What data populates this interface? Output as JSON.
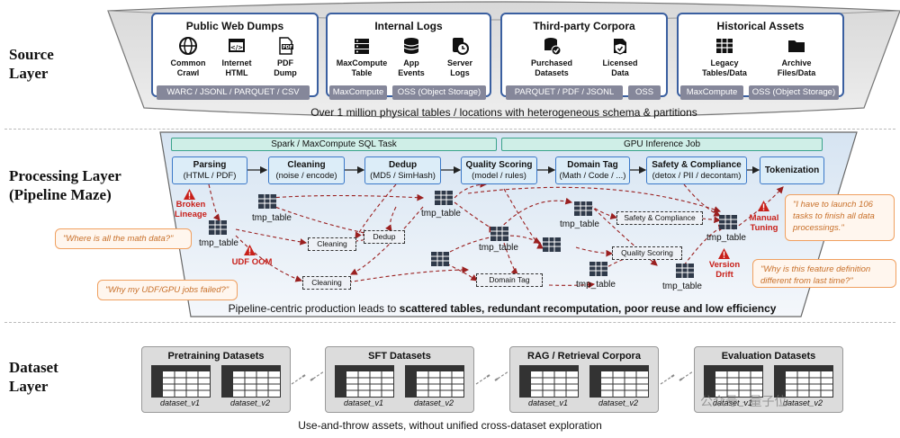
{
  "layers": {
    "source": "Source\nLayer",
    "processing": "Processing Layer\n(Pipeline Maze)",
    "dataset": "Dataset\nLayer"
  },
  "source_groups": [
    {
      "title": "Public Web Dumps",
      "items": [
        "Common\nCrawl",
        "Internet\nHTML",
        "PDF\nDump"
      ],
      "pills": [
        "WARC / JSONL / PARQUET / CSV"
      ]
    },
    {
      "title": "Internal Logs",
      "items": [
        "MaxCompute\nTable",
        "App\nEvents",
        "Server\nLogs"
      ],
      "pills": [
        "MaxCompute",
        "OSS (Object Storage)"
      ]
    },
    {
      "title": "Third-party Corpora",
      "items": [
        "Purchased\nDatasets",
        "Licensed\nData"
      ],
      "pills": [
        "PARQUET / PDF / JSONL",
        "OSS"
      ]
    },
    {
      "title": "Historical Assets",
      "items": [
        "Legacy\nTables/Data",
        "Archive\nFiles/Data"
      ],
      "pills": [
        "MaxCompute",
        "OSS (Object Storage)"
      ]
    }
  ],
  "source_caption": "Over 1 million physical tables / locations with heterogeneous schema & partitions",
  "task_bars": [
    "Spark / MaxCompute SQL Task",
    "GPU Inference Job"
  ],
  "stages": [
    {
      "name": "Parsing",
      "sub": "(HTML / PDF)"
    },
    {
      "name": "Cleaning",
      "sub": "(noise / encode)"
    },
    {
      "name": "Dedup",
      "sub": "(MD5 / SimHash)"
    },
    {
      "name": "Quality Scoring",
      "sub": "(model / rules)"
    },
    {
      "name": "Domain Tag",
      "sub": "(Math / Code / ...)"
    },
    {
      "name": "Safety & Compliance",
      "sub": "(detox / PII / decontam)"
    },
    {
      "name": "Tokenization",
      "sub": ""
    }
  ],
  "tmp_label": "tmp_table",
  "dashed_nodes": [
    "Cleaning",
    "Dedup",
    "Cleaning",
    "Domain Tag",
    "Safety & Compliance",
    "Quality Scoring"
  ],
  "warnings": [
    "Broken\nLineage",
    "UDF OOM",
    "Manual\nTuning",
    "Version\nDrift"
  ],
  "quotes": [
    "\"Where is all the math data?\"",
    "\"Why my UDF/GPU jobs failed?\"",
    "\"I have to launch 106 tasks to finish all data processings.\"",
    "\"Why is this feature definition different from last time?\""
  ],
  "processing_caption": {
    "prefix": "Pipeline-centric production leads to ",
    "bold": "scattered tables, redundant recomputation, poor reuse and low efficiency"
  },
  "datasets": [
    {
      "title": "Pretraining Datasets",
      "versions": [
        "dataset_v1",
        "dataset_v2"
      ]
    },
    {
      "title": "SFT Datasets",
      "versions": [
        "dataset_v1",
        "dataset_v2"
      ]
    },
    {
      "title": "RAG / Retrieval Corpora",
      "versions": [
        "dataset_v1",
        "dataset_v2"
      ]
    },
    {
      "title": "Evaluation Datasets",
      "versions": [
        "dataset_v1",
        "dataset_v2"
      ]
    }
  ],
  "dataset_caption": "Use-and-throw assets, without unified cross-dataset exploration",
  "watermark": "公众号 · 量子位"
}
